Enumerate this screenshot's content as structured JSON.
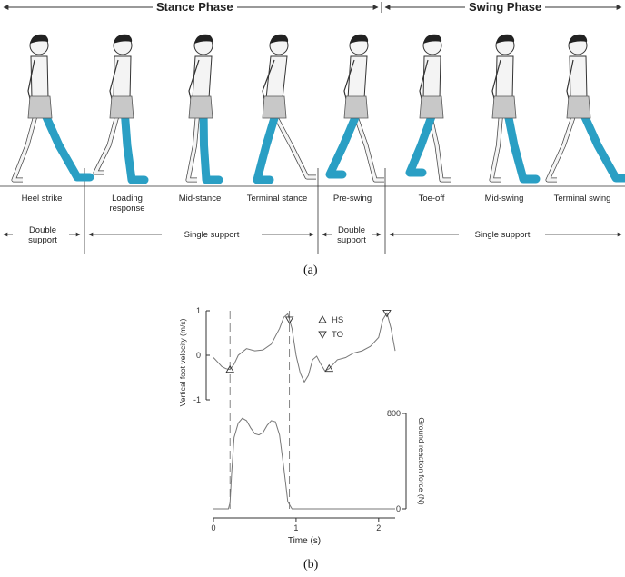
{
  "phases": {
    "stance": "Stance Phase",
    "swing": "Swing Phase"
  },
  "events": [
    {
      "id": "heel-strike",
      "label": "Heel strike"
    },
    {
      "id": "loading-response",
      "label": "Loading\nresponse"
    },
    {
      "id": "mid-stance",
      "label": "Mid-stance"
    },
    {
      "id": "terminal-stance",
      "label": "Terminal stance"
    },
    {
      "id": "pre-swing",
      "label": "Pre-swing"
    },
    {
      "id": "toe-off",
      "label": "Toe-off"
    },
    {
      "id": "mid-swing",
      "label": "Mid-swing"
    },
    {
      "id": "terminal-swing",
      "label": "Terminal swing"
    }
  ],
  "support": {
    "double1": "Double\nsupport",
    "single1": "Single support",
    "double2": "Double\nsupport",
    "single2": "Single support"
  },
  "captions": {
    "a": "(a)",
    "b": "(b)"
  },
  "colors": {
    "leg": "#2a9fc4",
    "shorts": "#c8c8c8",
    "line": "#555555"
  },
  "chart_data": {
    "type": "line",
    "xlabel": "Time (s)",
    "x_ticks": [
      0,
      1,
      2
    ],
    "xlim": [
      0,
      2.2
    ],
    "series": [
      {
        "ylabel": "Vertical foot velocity (m/s)",
        "y_ticks": [
          -1,
          0,
          1
        ],
        "ylim": [
          -1,
          1
        ],
        "x": [
          0,
          0.05,
          0.1,
          0.15,
          0.2,
          0.25,
          0.3,
          0.4,
          0.5,
          0.6,
          0.7,
          0.8,
          0.85,
          0.9,
          0.95,
          1.0,
          1.05,
          1.1,
          1.15,
          1.2,
          1.25,
          1.3,
          1.35,
          1.4,
          1.45,
          1.5,
          1.6,
          1.7,
          1.8,
          1.9,
          2.0,
          2.05,
          2.1,
          2.15,
          2.2
        ],
        "y": [
          -0.05,
          -0.15,
          -0.25,
          -0.3,
          -0.32,
          -0.2,
          0.0,
          0.15,
          0.1,
          0.12,
          0.25,
          0.6,
          0.85,
          0.93,
          0.6,
          0.0,
          -0.4,
          -0.6,
          -0.45,
          -0.1,
          -0.02,
          -0.2,
          -0.35,
          -0.3,
          -0.2,
          -0.1,
          -0.05,
          0.05,
          0.1,
          0.2,
          0.4,
          0.8,
          0.95,
          0.6,
          0.1
        ]
      },
      {
        "ylabel": "Ground reaction force (N)",
        "y_ticks": [
          0,
          800
        ],
        "ylim": [
          0,
          800
        ],
        "x": [
          0,
          0.18,
          0.2,
          0.22,
          0.25,
          0.3,
          0.35,
          0.4,
          0.45,
          0.5,
          0.55,
          0.6,
          0.65,
          0.7,
          0.75,
          0.8,
          0.85,
          0.9,
          0.95,
          1.0,
          2.2
        ],
        "y": [
          0,
          0,
          50,
          300,
          600,
          720,
          760,
          740,
          680,
          630,
          620,
          640,
          700,
          740,
          730,
          620,
          350,
          60,
          0,
          0,
          0
        ]
      }
    ],
    "legend": [
      {
        "marker": "triangle-up",
        "label": "HS"
      },
      {
        "marker": "triangle-down",
        "label": "TO"
      }
    ],
    "hs_times": [
      0.2,
      1.4
    ],
    "to_times": [
      0.92,
      2.1
    ]
  }
}
